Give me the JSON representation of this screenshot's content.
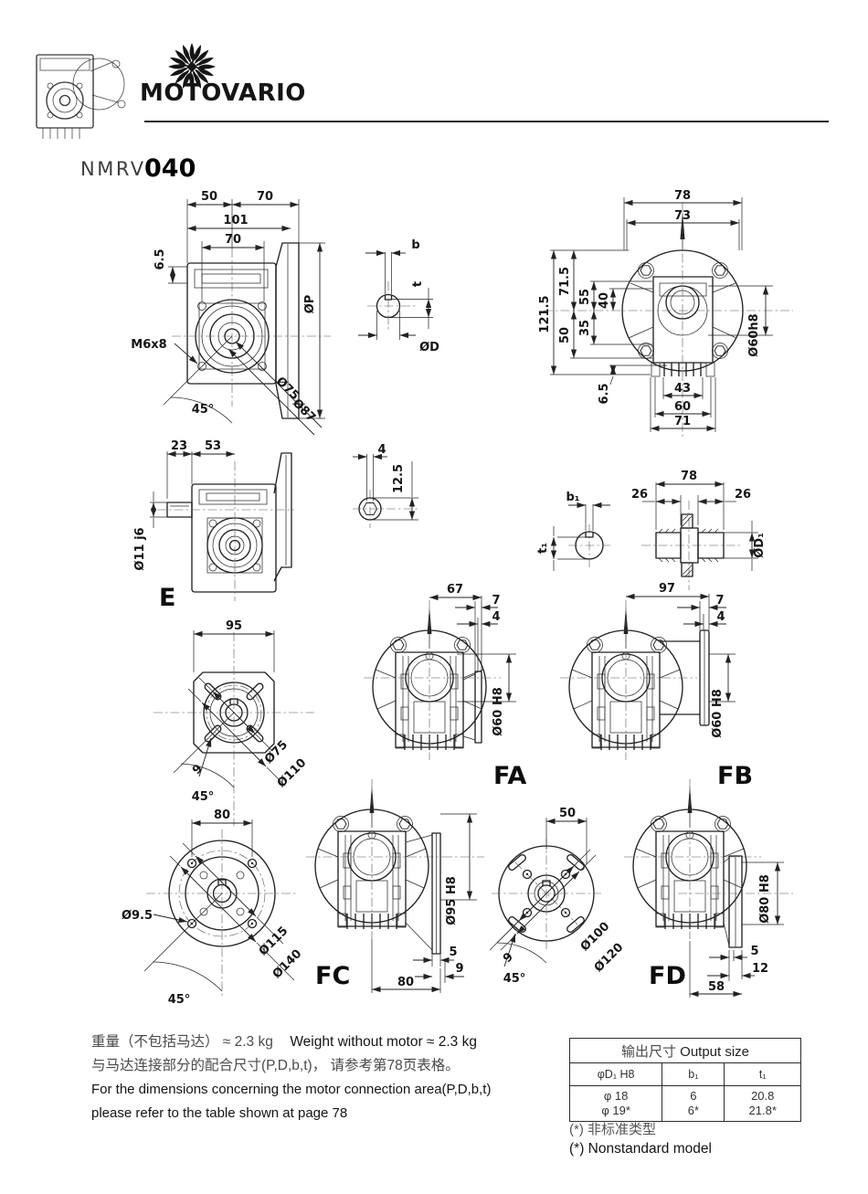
{
  "header": {
    "brand": "MOTOVARIO",
    "series": "NMRV",
    "size": "040"
  },
  "icons": {
    "logo_mark": "flower-starburst-icon",
    "thumbnail": "gearbox-line-drawing"
  },
  "views": {
    "v1": {
      "d50": "50",
      "d70": "70",
      "d101": "101",
      "d70i": "70",
      "d65": "6.5",
      "thread": "M6x8",
      "dp": "ØP",
      "c75": "Ø75",
      "c87": "Ø87",
      "ang": "45°"
    },
    "v2": {
      "b": "b",
      "t": "t",
      "d": "ØD"
    },
    "v3": {
      "w78": "78",
      "w73": "73",
      "h1215": "121.5",
      "h715": "71.5",
      "h55": "55",
      "h40": "40",
      "h35": "35",
      "h50": "50",
      "h65": "6.5",
      "bore": "Ø60h8",
      "b43": "43",
      "b60": "60",
      "b71": "71"
    },
    "v4": {
      "w23": "23",
      "w53": "53",
      "shaft": "Ø11 j6",
      "label": "E"
    },
    "v5": {
      "w4": "4",
      "h125": "12.5"
    },
    "v6": {
      "b1": "b₁",
      "t1": "t₁",
      "w78": "78",
      "w26l": "26",
      "w26r": "26",
      "d1": "ØD₁"
    },
    "v7": {
      "w95": "95",
      "c75": "Ø75",
      "c110": "Ø110",
      "s9": "9",
      "ang": "45°"
    },
    "v8": {
      "w67": "67",
      "w7": "7",
      "w4": "4",
      "bore": "Ø60 H8",
      "label": "FA"
    },
    "v9": {
      "w97": "97",
      "w7": "7",
      "w4": "4",
      "bore": "Ø60 H8",
      "label": "FB"
    },
    "v10": {
      "w80": "80",
      "holes": "Ø9.5",
      "c115": "Ø115",
      "c140": "Ø140",
      "ang": "45°"
    },
    "v11": {
      "bore": "Ø95 H8",
      "w5": "5",
      "w9": "9",
      "w80": "80",
      "label": "FC"
    },
    "v12": {
      "w50": "50",
      "c100": "Ø100",
      "c120": "Ø120",
      "s9": "9",
      "ang": "45°"
    },
    "v13": {
      "bore": "Ø80 H8",
      "w5": "5",
      "w12": "12",
      "w58": "58",
      "label": "FD"
    }
  },
  "notes": {
    "weight_cn": "重量（不包括马达） ≈ 2.3 kg",
    "weight_en": "Weight without motor  ≈ 2.3 kg",
    "fit_cn": "与马达连接部分的配合尺寸(P,D,b,t)， 请参考第78页表格。",
    "fit_en1": "For the dimensions concerning the motor connection area(P,D,b,t)",
    "fit_en2": "please refer to the table shown at page 78"
  },
  "output_table": {
    "title_cn": "输出尺寸",
    "title_en": "Output size",
    "col1": "φD₁ H8",
    "col2": "b₁",
    "col3": "t₁",
    "r1c1": "φ 18",
    "r1c2": "6",
    "r1c3": "20.8",
    "r2c1": "φ 19*",
    "r2c2": "6*",
    "r2c3": "21.8*",
    "note_cn": "(*) 非标准类型",
    "note_en": "(*) Nonstandard model"
  }
}
